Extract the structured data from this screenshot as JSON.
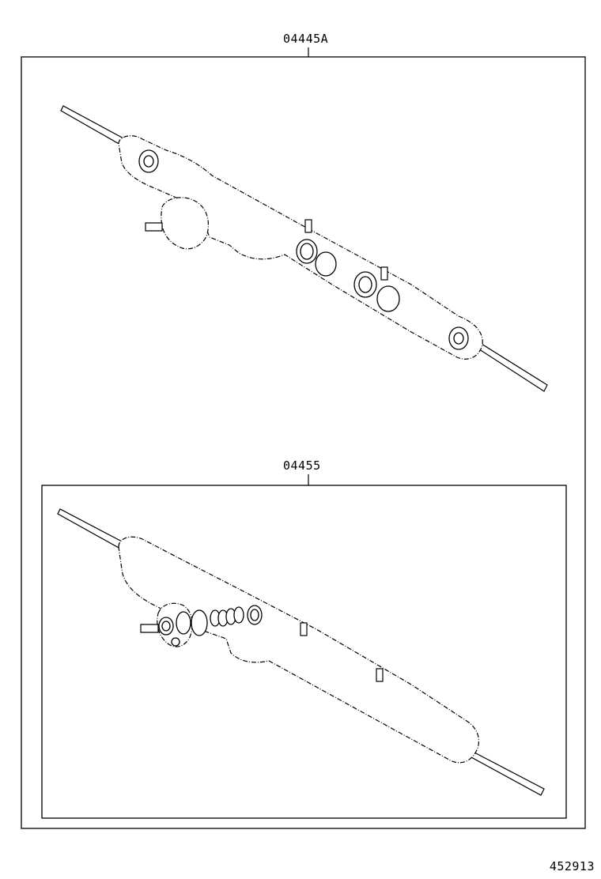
{
  "kits": [
    {
      "part_number": "04445A"
    },
    {
      "part_number": "04455"
    }
  ],
  "diagram_id": "452913"
}
